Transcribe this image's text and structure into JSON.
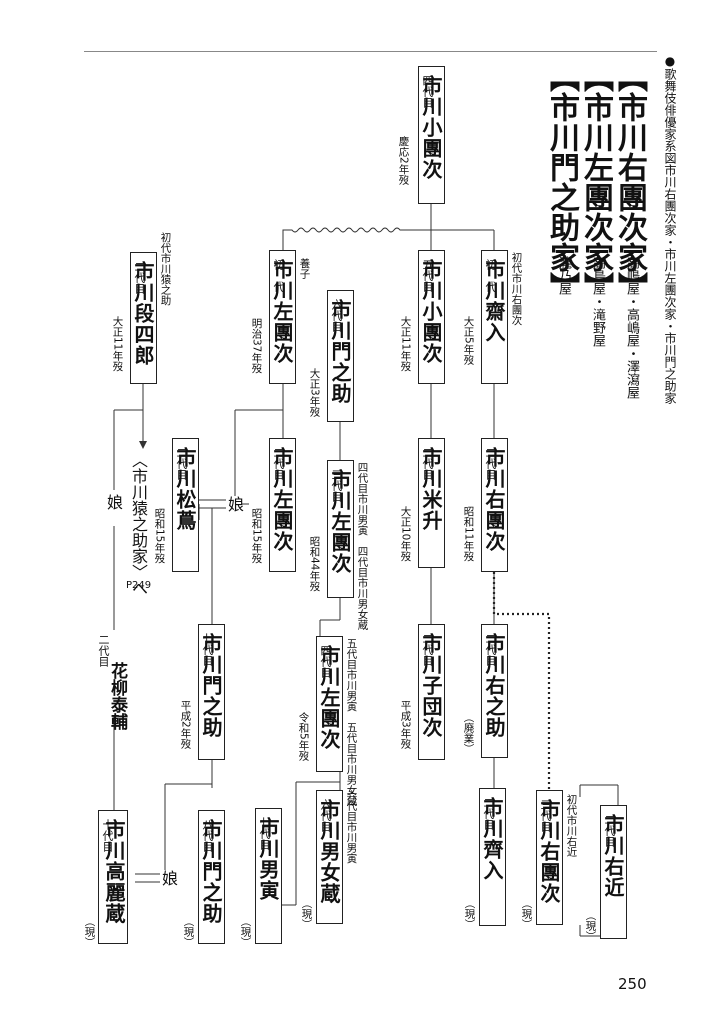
{
  "header": {
    "series": "●歌舞伎俳優家系図",
    "houses": "市川右團次家・市川左團次家・市川門之助家"
  },
  "titles": [
    {
      "name": "【市川右團次家】",
      "yago": "高嶋屋・高嶋屋・澤瀉屋"
    },
    {
      "name": "【市川左團次家】",
      "yago": "高島屋・滝野屋"
    },
    {
      "name": "【市川門之助家】",
      "yago": "瀧乃屋"
    }
  ],
  "persons": {
    "kodanji4": {
      "gen": "四代目",
      "name": "市川小團次",
      "note": "慶応2年歿"
    },
    "kodanji5": {
      "gen": "五代目",
      "name": "市川小團次",
      "note": "大正11年歿"
    },
    "sainyu1": {
      "gen": "初　代",
      "name": "市川齋入",
      "pre": "初代市川右團次",
      "note": "大正5年歿"
    },
    "sadanji1": {
      "gen": "初　代",
      "name": "市川左團次",
      "pre": "養子",
      "note": "明治37年歿"
    },
    "monnosuke6": {
      "gen": "六代目",
      "name": "市川門之助",
      "note": "大正3年歿"
    },
    "danshiro2": {
      "gen": "二代目",
      "name": "市川段四郎",
      "pre": "初代市川猿之助",
      "note": "大正11年歿"
    },
    "yonesho2": {
      "gen": "二代目",
      "name": "市川米升",
      "note": "大正10年歿"
    },
    "udanji2": {
      "gen": "二代目",
      "name": "市川右團次",
      "note": "昭和11年歿"
    },
    "sadanji2": {
      "gen": "二代目",
      "name": "市川左團次",
      "note": "昭和15年歿"
    },
    "shocho2": {
      "gen": "二代目",
      "name": "市川松蔦",
      "note": "昭和15年歿"
    },
    "sadanji3": {
      "gen": "三代目",
      "name": "市川左團次",
      "pre": "四代目市川男寅　四代目市川男女蔵",
      "note": "昭和44年歿"
    },
    "kodanji2": {
      "gen": "二代目",
      "name": "市川子団次",
      "note": "平成3年歿"
    },
    "unosuke2": {
      "gen": "二代目",
      "name": "市川右之助",
      "note": "（廃業）"
    },
    "monnosuke7": {
      "gen": "七代目",
      "name": "市川門之助",
      "note": "平成2年歿"
    },
    "sadanji4": {
      "gen": "四代目",
      "name": "市川左團次",
      "pre": "五代目市川男寅　五代目市川男女蔵",
      "note": "令和5年歿"
    },
    "hanayagi2": {
      "gen": "二代目",
      "name": "花柳泰輔"
    },
    "komazo10": {
      "gen": "十代目",
      "name": "市川高麗蔵",
      "note": "（現）"
    },
    "monnosuke8": {
      "gen": "八代目",
      "name": "市川門之助",
      "note": "（現）"
    },
    "otora7": {
      "gen": "七代目",
      "name": "市川男寅",
      "note": "（現）"
    },
    "omezo6": {
      "gen": "六代目",
      "name": "市川男女蔵",
      "pre": "六代目市川男寅",
      "note": "（現）"
    },
    "sainyu2": {
      "gen": "二代目",
      "name": "市川齊入",
      "note": "（現）"
    },
    "udanji3": {
      "gen": "三代目",
      "name": "市川右團次",
      "pre": "初代市川右近",
      "note": "（現）"
    },
    "ukon2": {
      "gen": "二代目",
      "name": "市川右近",
      "note": "（現）"
    }
  },
  "labels": {
    "ennosuke_ref": "〈市川猿之助家〉へ",
    "ennosuke_page": "P249",
    "musume": "娘"
  },
  "page_number": "250"
}
